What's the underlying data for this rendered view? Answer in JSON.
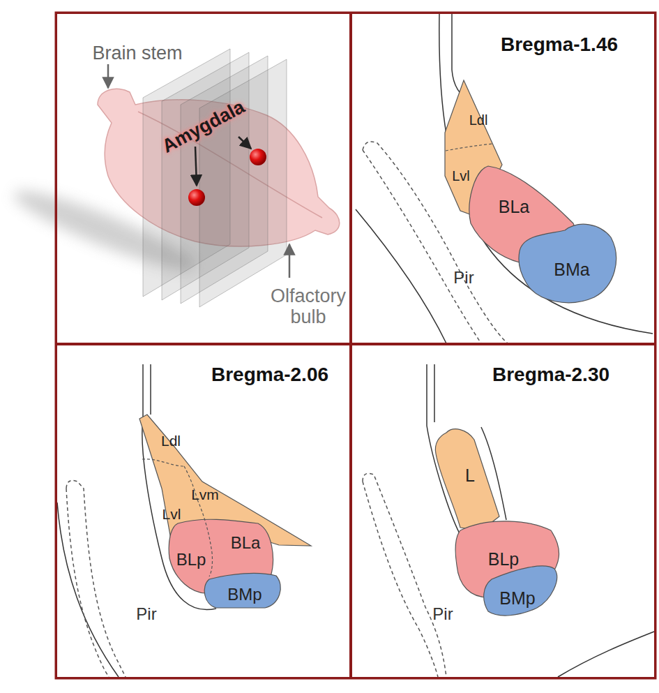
{
  "diagram": {
    "nodes": [
      {
        "text": [
          "Brain stem",
          "Amygdala",
          "Olfactory bulb"
        ]
      },
      {
        "text": [
          "Bregma-1.46"
        ]
      },
      {
        "text": [
          "Ldl"
        ],
        "in": 1
      },
      {
        "text": [
          "Lvl"
        ],
        "in": 1
      },
      {
        "text": [
          "BLa"
        ],
        "in": 1
      },
      {
        "text": [
          "BMa"
        ],
        "in": 1
      },
      {
        "text": [
          "Bregma-2.06"
        ]
      },
      {
        "text": [
          "Ldl"
        ],
        "in": 6
      },
      {
        "text": [
          "Lvm"
        ],
        "in": 6
      },
      {
        "text": [
          "Lvl"
        ],
        "in": 6
      },
      {
        "text": [
          "BLa"
        ],
        "in": 6
      },
      {
        "text": [
          "BLp"
        ],
        "in": 6
      },
      {
        "text": [
          "BMp"
        ],
        "in": 6
      },
      {
        "text": [
          "Bregma-2.30"
        ]
      },
      {
        "text": [
          "L"
        ],
        "in": 13
      },
      {
        "text": [
          "BLp"
        ],
        "in": 13
      },
      {
        "text": [
          "BMp"
        ],
        "in": 13
      }
    ],
    "edges": [],
    "labels": [
      "Pir",
      "Pir",
      "Pir"
    ]
  }
}
